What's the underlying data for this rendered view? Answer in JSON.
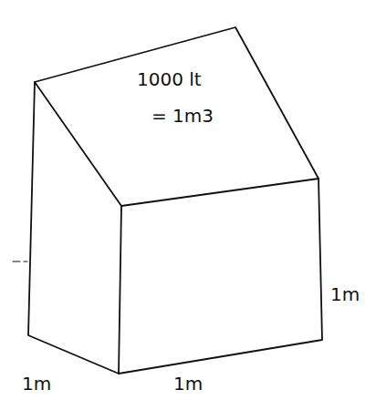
{
  "diagram": {
    "labels": [
      "1000 lt",
      "= 1m3",
      "1m",
      "1m",
      "1m"
    ]
  }
}
